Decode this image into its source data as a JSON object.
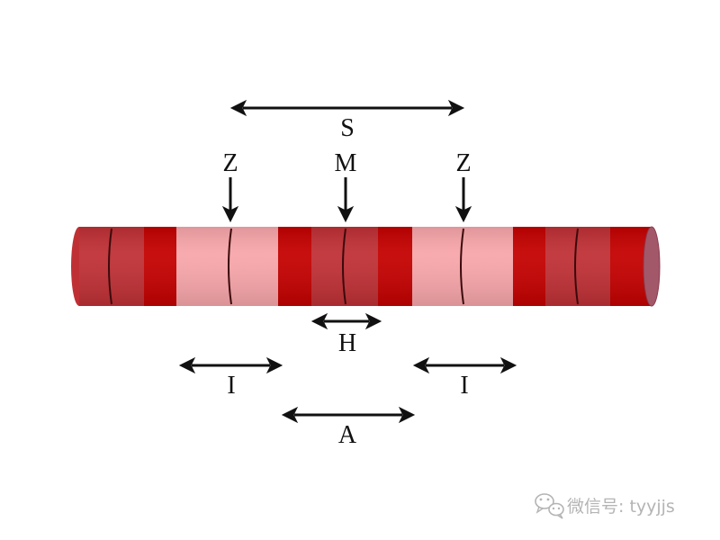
{
  "labels": {
    "sarcomere": "S",
    "z_left": "Z",
    "m_line": "M",
    "z_right": "Z",
    "h_zone": "H",
    "i_band_left": "I",
    "i_band_right": "I",
    "a_band": "A"
  },
  "watermark": {
    "text": "微信号: tyyjjs",
    "icon": "wechat-icon"
  },
  "colors": {
    "dark_band": "#c40000",
    "medium_band": "#bf3035",
    "light_band": "#f8a6aa",
    "z_line": "#3a0a0c",
    "end_cap": "#a3586a",
    "arrow": "#111111",
    "watermark": "#b4b4b4"
  }
}
